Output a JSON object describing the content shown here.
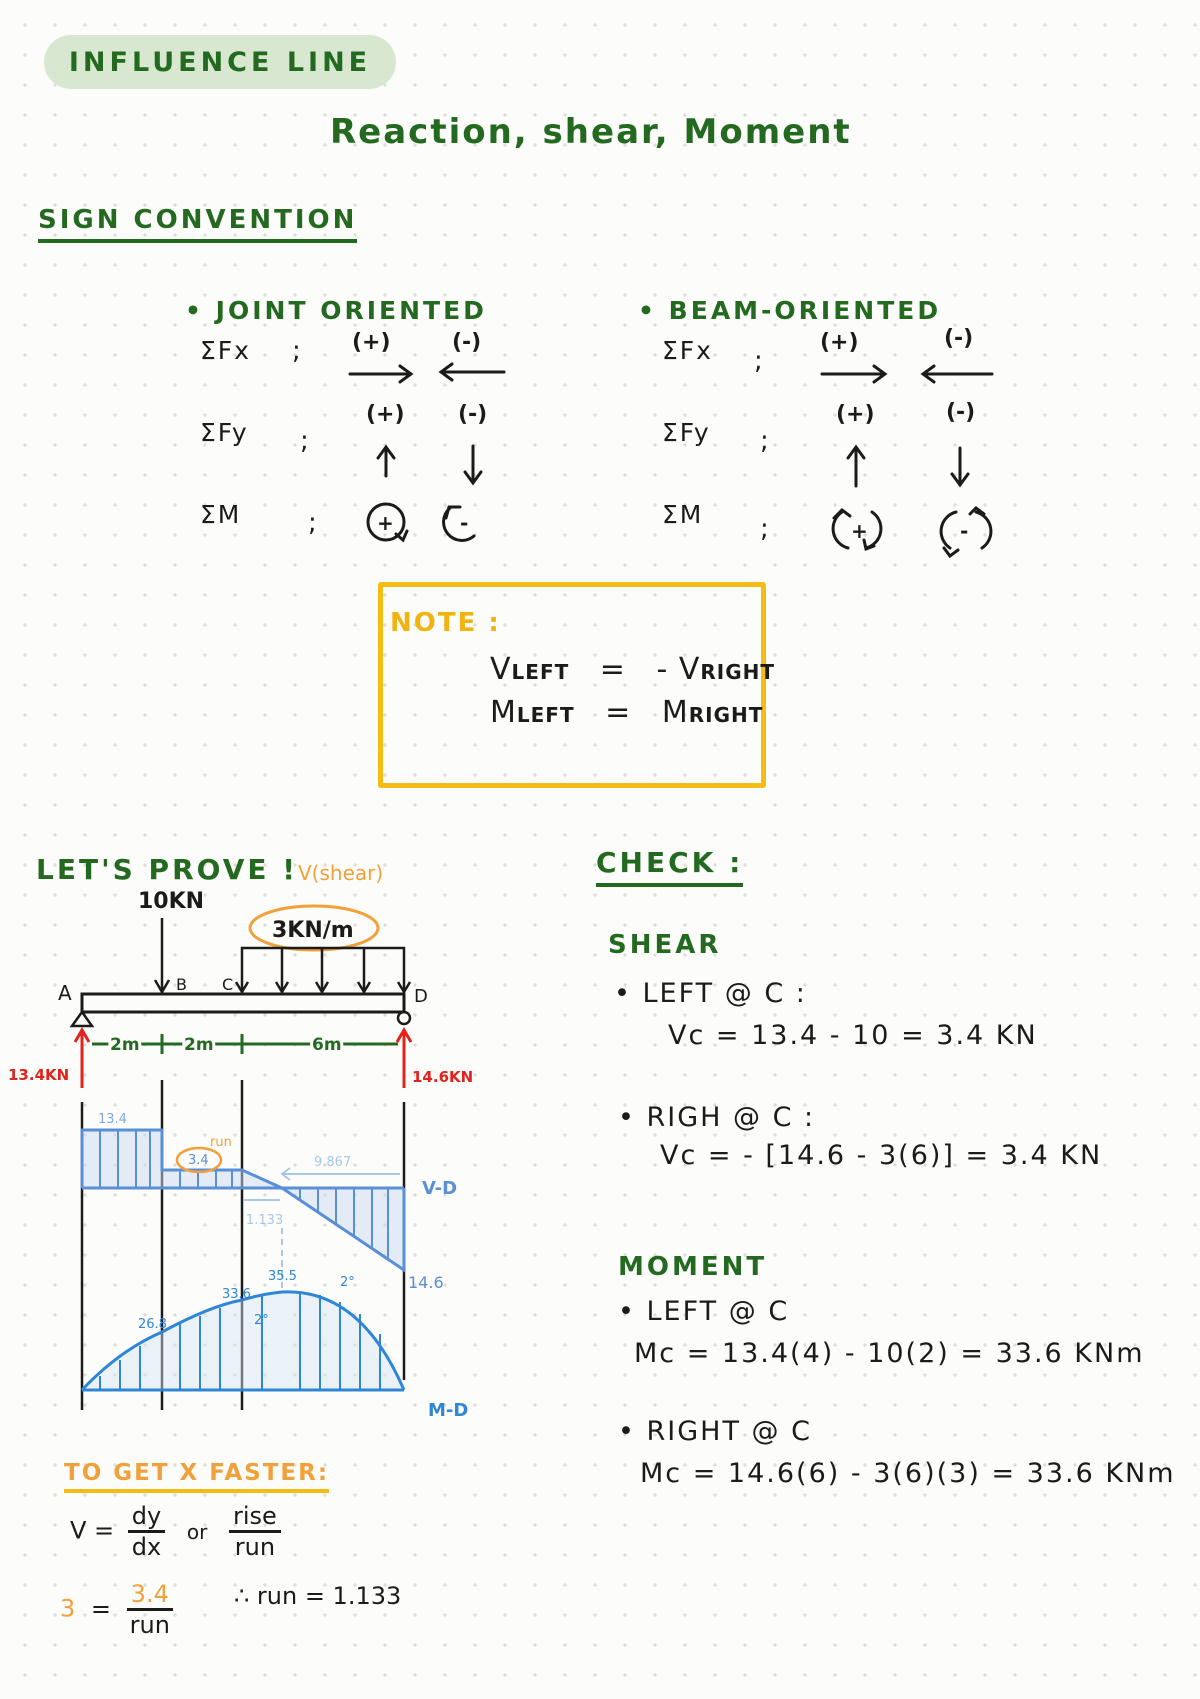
{
  "title": "INFLUENCE LINE",
  "subtitle": "Reaction, shear, Moment",
  "sign_convention": {
    "heading": "SIGN CONVENTION",
    "joint": {
      "heading": "• JOINT ORIENTED",
      "rows": [
        {
          "label": "ΣFx",
          "sep": ";",
          "pos": "(+)",
          "neg": "(-)"
        },
        {
          "label": "ΣFy",
          "sep": ";",
          "pos": "(+)",
          "neg": "(-)"
        },
        {
          "label": "ΣM",
          "sep": ";",
          "pos": "+",
          "neg": "-"
        }
      ]
    },
    "beam": {
      "heading": "• BEAM-ORIENTED",
      "rows": [
        {
          "label": "ΣFx",
          "sep": ";",
          "pos": "(+)",
          "neg": "(-)"
        },
        {
          "label": "ΣFy",
          "sep": ";",
          "pos": "(+)",
          "neg": "(-)"
        },
        {
          "label": "ΣM",
          "sep": ";",
          "pos": "+",
          "neg": "-"
        }
      ]
    }
  },
  "note": {
    "label": "NOTE :",
    "line1": {
      "v1": "V",
      "s1": "LEFT",
      "op": "=",
      "v2": "- V",
      "s2": "RIGHT"
    },
    "line2": {
      "v1": "M",
      "s1": "LEFT",
      "op": "=",
      "v2": "M",
      "s2": "RIGHT"
    }
  },
  "prove": {
    "heading": "LET'S PROVE !",
    "shear_note": "V(shear)",
    "point_load": "10KN",
    "dist_load": "3KN/m",
    "points": {
      "a": "A",
      "b": "B",
      "c": "C",
      "d": "D"
    },
    "spans": [
      "2m",
      "2m",
      "6m"
    ],
    "reaction_left": "13.4KN",
    "reaction_right": "14.6KN",
    "sfd": {
      "v1": "13.4",
      "v2": "3.4",
      "v3": "9.867",
      "v4": "14.6",
      "run_note": "run",
      "run_val": "1.133",
      "label": "V-D"
    },
    "bmd": {
      "m1": "26.8",
      "m2": "33.6",
      "m3": "35.5",
      "deg1": "2°",
      "deg2": "2°",
      "label": "M-D"
    }
  },
  "faster": {
    "heading": "TO GET X FASTER:",
    "v": "V =",
    "dy": "dy",
    "dx": "dx",
    "or": "or",
    "rise": "rise",
    "run": "run",
    "three": "3",
    "eq": "=",
    "val": "3.4",
    "run2": "run",
    "result": "∴ run = 1.133"
  },
  "check": {
    "heading": "CHECK :",
    "shear_head": "SHEAR",
    "shear_left_lbl": "• LEFT @ C :",
    "shear_left_eq": "Vc = 13.4 - 10   = 3.4 KN",
    "shear_right_lbl": "• RIGH @ C :",
    "shear_right_eq": "Vc = - [14.6 - 3(6)] = 3.4 KN",
    "moment_head": "MOMENT",
    "moment_left_lbl": "• LEFT @ C",
    "moment_left_eq": "Mc = 13.4(4) - 10(2)  = 33.6 KNm",
    "moment_right_lbl": "• RIGHT @ C",
    "moment_right_eq": "Mc = 14.6(6) - 3(6)(3) = 33.6 KNm"
  }
}
